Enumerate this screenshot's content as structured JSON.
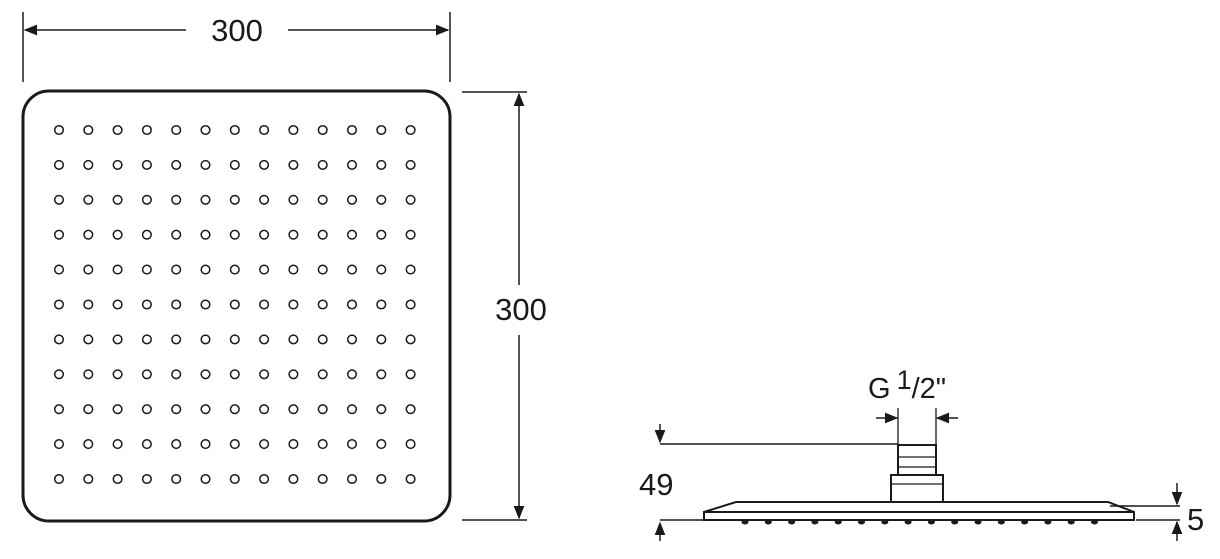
{
  "front_view": {
    "width_label": "300",
    "height_label": "300",
    "nozzle_grid": {
      "rows": 11,
      "cols": 13
    }
  },
  "side_view": {
    "thread_prefix": "G",
    "thread_numerator": "1",
    "thread_denominator": "/2\"",
    "overall_height_label": "49",
    "plate_thickness_label": "5",
    "nozzle_count": 16
  },
  "colors": {
    "ink": "#1a1a1a",
    "background": "#ffffff"
  }
}
